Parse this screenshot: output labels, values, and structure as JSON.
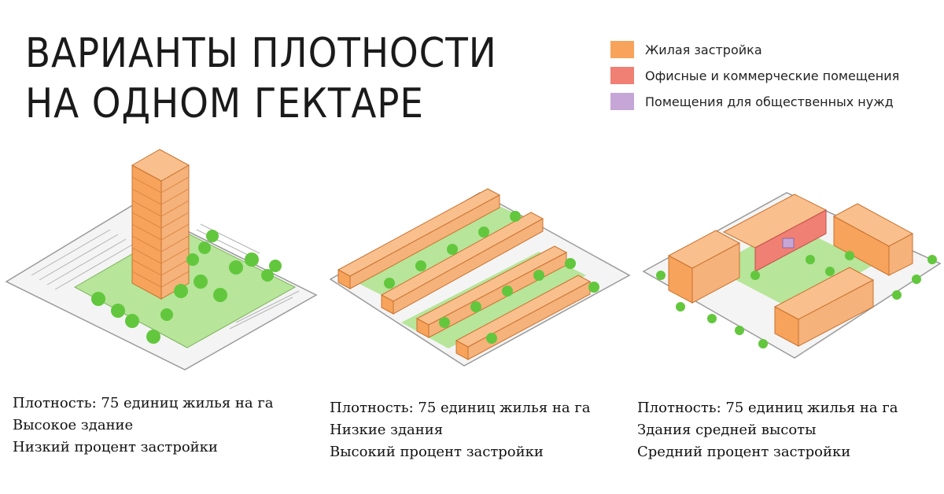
{
  "title": {
    "line1": "ВАРИАНТЫ ПЛОТНОСТИ",
    "line2": "НА ОДНОМ ГЕКТАРЕ"
  },
  "legend": [
    {
      "label": "Жилая застройка",
      "color": "#f7a35c"
    },
    {
      "label": "Офисные и коммерческие помещения",
      "color": "#f07f74"
    },
    {
      "label": "Помещения для общественных нужд",
      "color": "#c6a6d6"
    }
  ],
  "variants": [
    {
      "line1": "Плотность: 75 единиц жилья на га",
      "line2": "Высокое здание",
      "line3": "Низкий процент застройки"
    },
    {
      "line1": "Плотность: 75 единиц жилья на га",
      "line2": "Низкие здания",
      "line3": "Высокий процент застройки"
    },
    {
      "line1": "Плотность: 75 единиц жилья на га",
      "line2": "Здания средней высоты",
      "line3": "Средний процент застройки"
    }
  ],
  "colors": {
    "residential": "#f7a35c",
    "ground": "#b7e59a",
    "tree": "#62c73d"
  }
}
